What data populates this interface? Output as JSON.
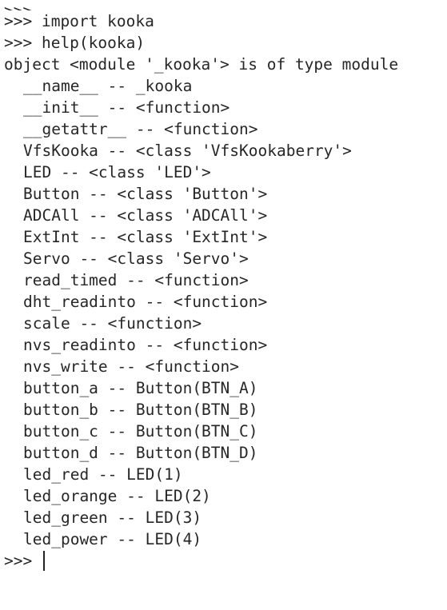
{
  "terminal": {
    "lines": [
      ">>>",
      ">>> import kooka",
      ">>> help(kooka)",
      "object <module '_kooka'> is of type module"
    ],
    "members": [
      "__name__ -- _kooka",
      "__init__ -- <function>",
      "__getattr__ -- <function>",
      "VfsKooka -- <class 'VfsKookaberry'>",
      "LED -- <class 'LED'>",
      "Button -- <class 'Button'>",
      "ADCAll -- <class 'ADCAll'>",
      "ExtInt -- <class 'ExtInt'>",
      "Servo -- <class 'Servo'>",
      "read_timed -- <function>",
      "dht_readinto -- <function>",
      "scale -- <function>",
      "nvs_readinto -- <function>",
      "nvs_write -- <function>",
      "button_a -- Button(BTN_A)",
      "button_b -- Button(BTN_B)",
      "button_c -- Button(BTN_C)",
      "button_d -- Button(BTN_D)",
      "led_red -- LED(1)",
      "led_orange -- LED(2)",
      "led_green -- LED(3)",
      "led_power -- LED(4)"
    ],
    "prompt": ">>> "
  }
}
